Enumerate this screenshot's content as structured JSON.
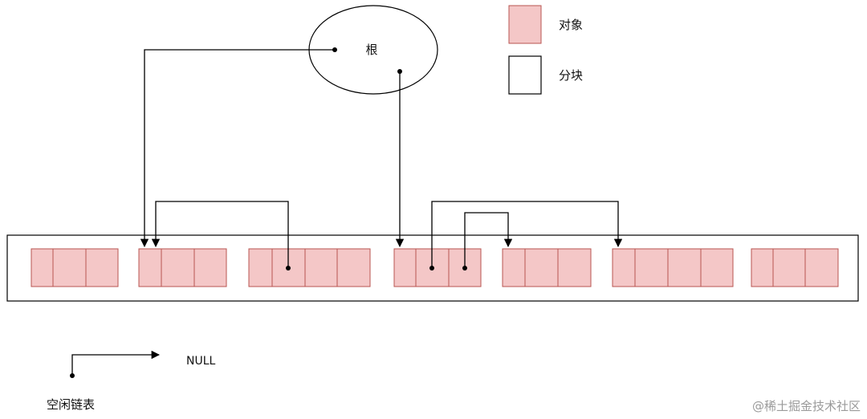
{
  "diagram": {
    "root_label": "根",
    "legend": {
      "object_label": "对象",
      "block_label": "分块",
      "object_fill": "#f4c7c7",
      "object_stroke": "#b85450"
    },
    "free_list": {
      "title": "空闲链表",
      "null_label": "NULL"
    },
    "watermark": "@稀土掘金技术社区"
  }
}
